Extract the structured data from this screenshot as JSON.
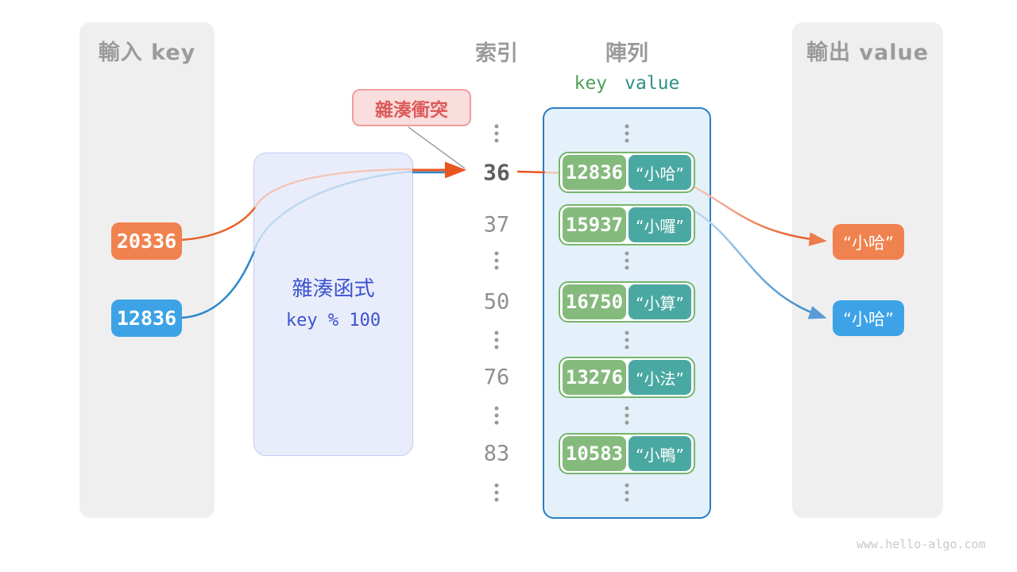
{
  "figure": {
    "watermark": "www.hello-algo.com"
  },
  "input_panel": {
    "title": "輸入 key",
    "items": [
      {
        "label": "20336",
        "color": "#F0824F"
      },
      {
        "label": "12836",
        "color": "#3DA3E6"
      }
    ]
  },
  "hash_box": {
    "title": "雜湊函式",
    "formula": "key % 100"
  },
  "collision_label": "雜湊衝突",
  "index_column": {
    "title": "索引",
    "cells": [
      {
        "t": "dots"
      },
      {
        "t": "num",
        "v": "36",
        "bold": true
      },
      {
        "t": "num",
        "v": "37"
      },
      {
        "t": "dots"
      },
      {
        "t": "num",
        "v": "50"
      },
      {
        "t": "dots"
      },
      {
        "t": "num",
        "v": "76"
      },
      {
        "t": "dots"
      },
      {
        "t": "num",
        "v": "83"
      },
      {
        "t": "dots"
      }
    ]
  },
  "array_column": {
    "title": "陣列",
    "key_header": "key",
    "value_header": "value",
    "cells": [
      {
        "t": "dots"
      },
      {
        "t": "pair",
        "key": "12836",
        "value": "“小哈”"
      },
      {
        "t": "pair",
        "key": "15937",
        "value": "“小囉”"
      },
      {
        "t": "dots"
      },
      {
        "t": "pair",
        "key": "16750",
        "value": "“小算”"
      },
      {
        "t": "dots"
      },
      {
        "t": "pair",
        "key": "13276",
        "value": "“小法”"
      },
      {
        "t": "dots"
      },
      {
        "t": "pair",
        "key": "10583",
        "value": "“小鴨”"
      },
      {
        "t": "dots"
      }
    ]
  },
  "output_panel": {
    "title": "輸出 value",
    "items": [
      {
        "label": "“小哈”",
        "color": "#F0824F"
      },
      {
        "label": "“小哈”",
        "color": "#3DA3E6"
      }
    ]
  },
  "colors": {
    "input_orange": "#F0824F",
    "input_blue": "#3DA3E6",
    "arrow_orange": "#E8551E",
    "arrow_blue": "#2E87CC",
    "arrow_orange_faded": "#F4C5B8",
    "arrow_blue_faded": "#BCD8EF",
    "key_box_green": "#85BA7D",
    "value_box_teal": "#4AA8A2",
    "pair_border_green": "#77B56B",
    "array_border_blue": "#2A7EC5",
    "array_bg": "#E4F1FB",
    "hash_bg": "#E9EDFB",
    "hash_border": "#C2CBF2",
    "hash_text": "#3C52CF",
    "collision_bg": "#FADDDD",
    "collision_border": "#EF9E9E",
    "collision_text": "#DC5B5B",
    "panel_bg": "#EFEFF0",
    "heading_gray": "#9B9B9B"
  }
}
